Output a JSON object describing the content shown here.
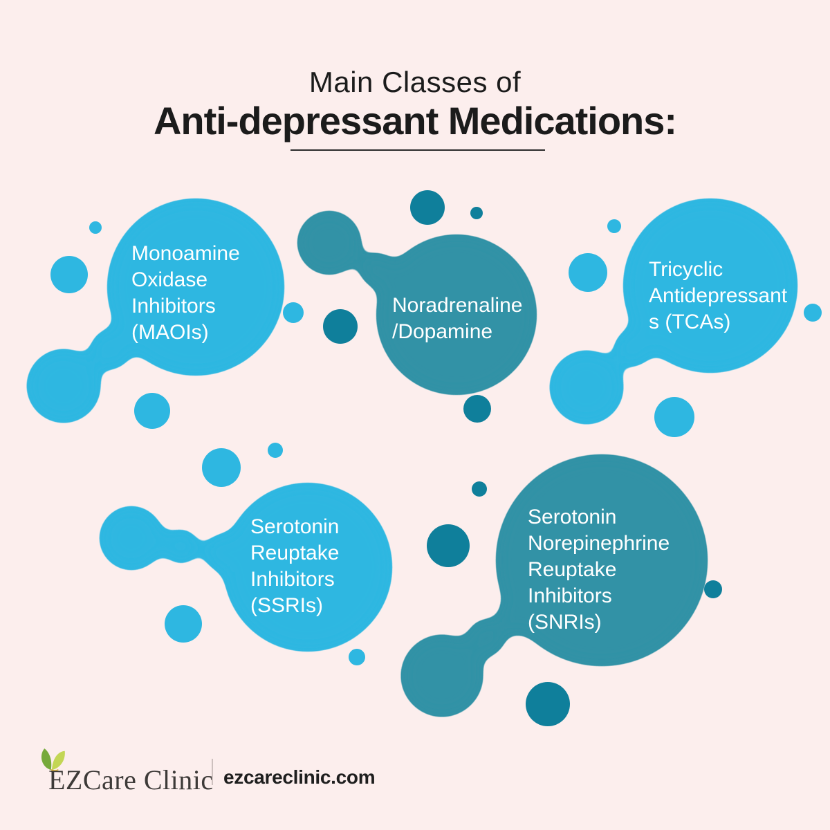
{
  "title": {
    "line1": "Main Classes of",
    "line2": "Anti-depressant Medications:"
  },
  "blobs": [
    {
      "id": "maoi",
      "color": "light_blue",
      "lines": [
        "Monoamine",
        "Oxidase",
        "Inhibitors",
        "(MAOIs)"
      ]
    },
    {
      "id": "noradrenaline-dopamine",
      "color": "teal",
      "lines": [
        "Noradrenaline",
        "/Dopamine"
      ]
    },
    {
      "id": "tca",
      "color": "light_blue",
      "lines": [
        "Tricyclic",
        "Antidepressant",
        "s (TCAs)"
      ]
    },
    {
      "id": "ssri",
      "color": "light_blue",
      "lines": [
        "Serotonin",
        "Reuptake",
        "Inhibitors",
        "(SSRIs)"
      ]
    },
    {
      "id": "snri",
      "color": "teal",
      "lines": [
        "Serotonin",
        "Norepinephrine",
        "Reuptake",
        "Inhibitors",
        "(SNRIs)"
      ]
    }
  ],
  "footer": {
    "brand": "EZCare Clinic",
    "website": "ezcareclinic.com"
  },
  "colors": {
    "background": "#FCEEED",
    "light_blue": "#2EB7E1",
    "teal": "#3092A6",
    "teal_dark": "#0F7F9B",
    "title_text": "#1B1B1B",
    "blob_text": "#FFFFFF",
    "leaf_green": "#76A93B",
    "leaf_light_green": "#C3D655"
  }
}
